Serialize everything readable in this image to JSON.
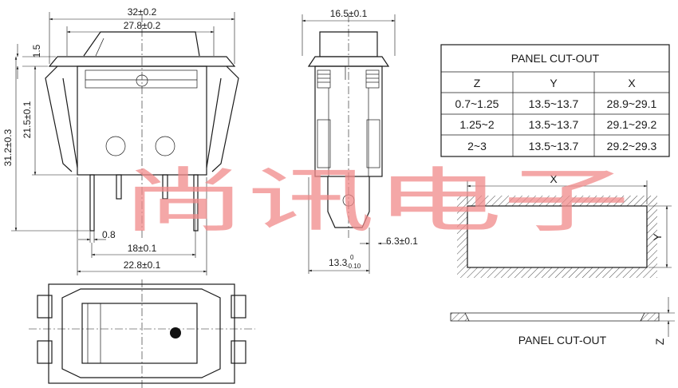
{
  "dims": {
    "overall_width": "32±0.2",
    "inner_width": "27.8±0.2",
    "flange": "1.5",
    "overall_height": "31.2±0.3",
    "body_height": "21.5±0.1",
    "pin_gap": "0.8",
    "pin_pitch": "18±0.1",
    "base_width": "22.8±0.1",
    "side_width": "16.5±0.1",
    "terminal": "6.3±0.1",
    "side_depth_main": "13.3",
    "side_depth_tol_upper": "0",
    "side_depth_tol_lower": "-0.10"
  },
  "cutout_table": {
    "title": "PANEL CUT-OUT",
    "headers": [
      "Z",
      "Y",
      "X"
    ],
    "rows": [
      [
        "0.7~1.25",
        "13.5~13.7",
        "28.9~29.1"
      ],
      [
        "1.25~2",
        "13.5~13.7",
        "29.1~29.2"
      ],
      [
        "2~3",
        "13.5~13.7",
        "29.2~29.3"
      ]
    ]
  },
  "cutout_labels": {
    "x": "X",
    "y": "Y",
    "z": "Z",
    "caption": "PANEL CUT-OUT"
  },
  "watermark": "尚讯电子"
}
